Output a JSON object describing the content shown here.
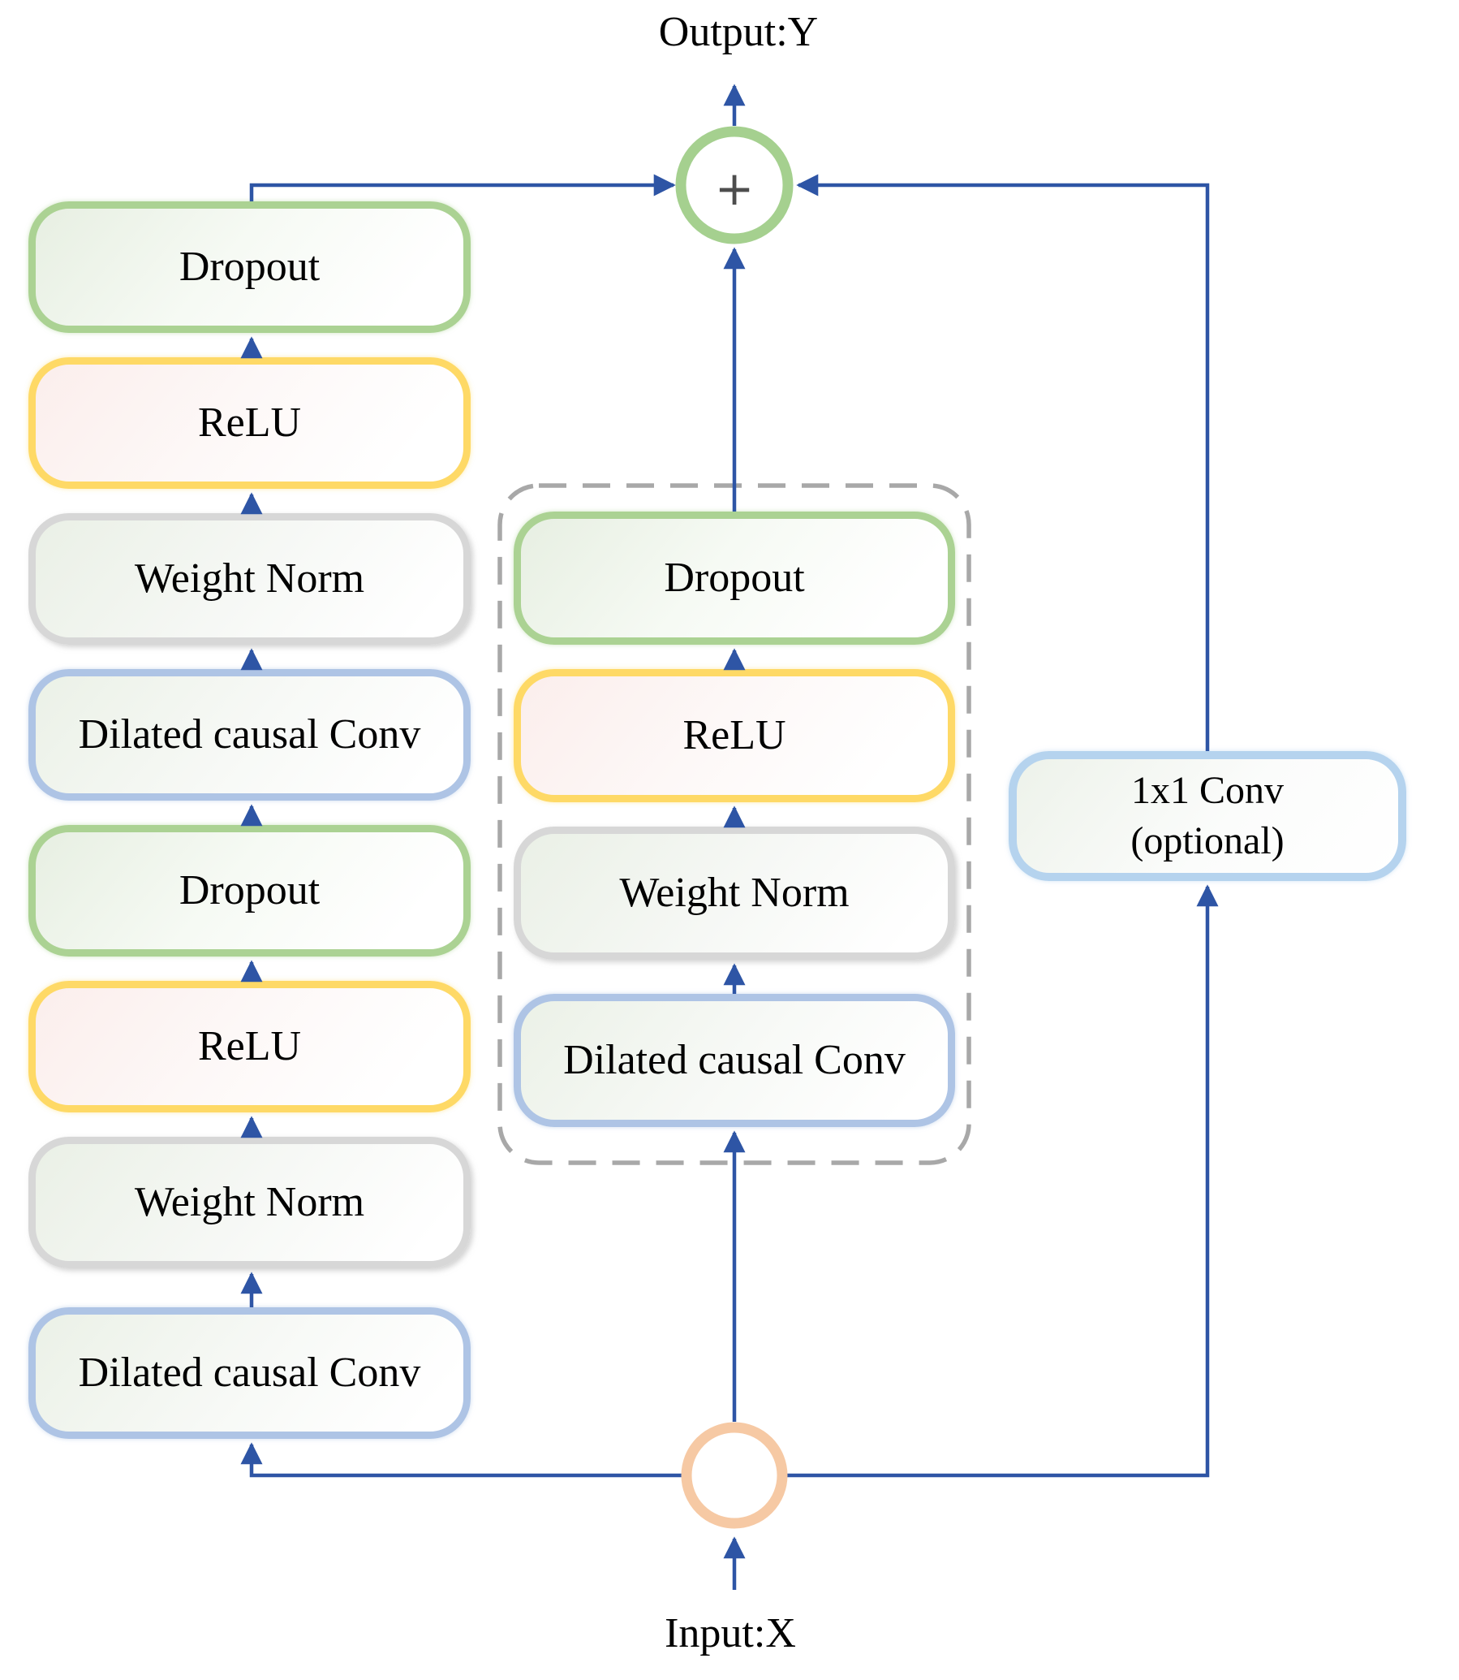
{
  "diagram": {
    "output_label": "Output:Y",
    "input_label": "Input:X",
    "plus_symbol": "+",
    "left_branch": [
      {
        "label": "Dropout"
      },
      {
        "label": "ReLU"
      },
      {
        "label": "Weight Norm"
      },
      {
        "label": "Dilated causal Conv"
      },
      {
        "label": "Dropout"
      },
      {
        "label": "ReLU"
      },
      {
        "label": "Weight Norm"
      },
      {
        "label": "Dilated causal Conv"
      }
    ],
    "inner_block": [
      {
        "label": "Dropout"
      },
      {
        "label": "ReLU"
      },
      {
        "label": "Weight Norm"
      },
      {
        "label": "Dilated causal Conv"
      }
    ],
    "residual_box": {
      "line1": "1x1 Conv",
      "line2": "(optional)"
    },
    "colors": {
      "arrow_blue": "#2e55a5",
      "dropout_border_green": "#abd293",
      "relu_border_yellow": "#fed966",
      "weight_norm_border_gray": "#d7d7d7",
      "conv_border_blue": "#aec4e5",
      "residual_border_blue": "#b5d3ee",
      "sum_ring_green": "#a5d08f",
      "junction_ring_orange": "#f6c9a4",
      "dashed_outline_gray": "#a8a8a8",
      "plus_sign_gray": "#4d4d4d"
    }
  }
}
